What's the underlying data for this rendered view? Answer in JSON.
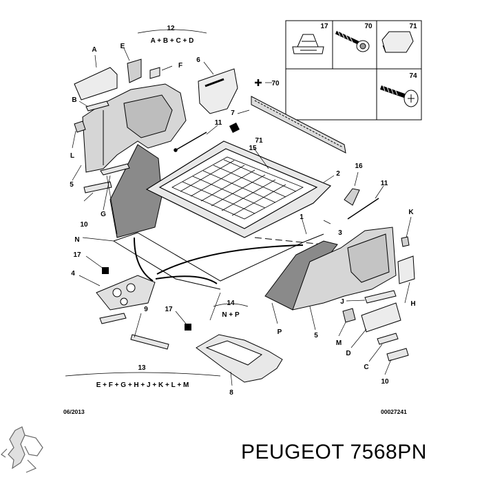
{
  "diagram": {
    "callouts": {
      "c12": "12",
      "c12_formula": "A + B + C + D",
      "cA": "A",
      "cE": "E",
      "cF": "F",
      "c6": "6",
      "c70": "70",
      "cB": "B",
      "c7": "7",
      "c11a": "11",
      "c71": "71",
      "c15": "15",
      "cL": "L",
      "c2": "2",
      "c16": "16",
      "c11b": "11",
      "c5a": "5",
      "cG": "G",
      "c10a": "10",
      "cN": "N",
      "c1": "1",
      "c3": "3",
      "cK": "K",
      "c17a": "17",
      "c4": "4",
      "cH": "H",
      "cJ": "J",
      "c9": "9",
      "c14": "14",
      "c14_formula": "N + P",
      "c17b": "17",
      "cP": "P",
      "c5b": "5",
      "cM": "M",
      "cD": "D",
      "cC": "C",
      "c13": "13",
      "c13_formula": "E + F + G + H + J + K + L + M",
      "c8": "8",
      "c10b": "10",
      "box17": "17",
      "box70": "70",
      "box71": "71",
      "box74": "74"
    },
    "footer_date": "06/2013",
    "footer_code": "00027241"
  },
  "brand": {
    "logo": "peugeot-lion-logo",
    "title": "PEUGEOT 7568PN"
  }
}
